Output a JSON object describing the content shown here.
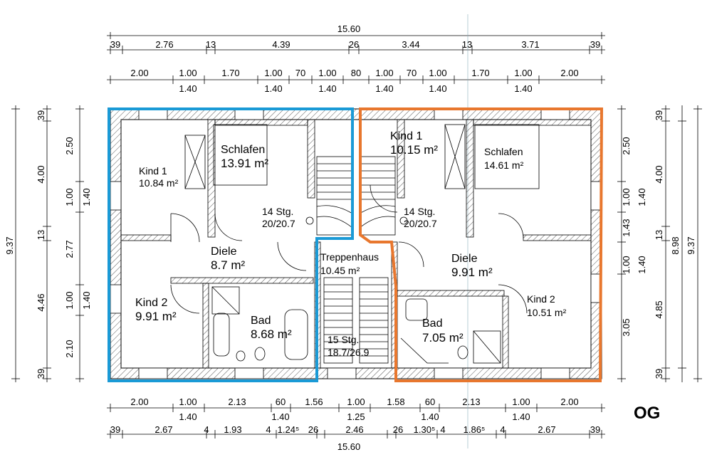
{
  "floor_label": "OG",
  "rooms": {
    "left_kind1": {
      "name": "Kind 1",
      "area": "10.84 m²"
    },
    "left_schlafen": {
      "name": "Schlafen",
      "area": "13.91 m²"
    },
    "left_diele": {
      "name": "Diele",
      "area": "8.7 m²"
    },
    "left_kind2": {
      "name": "Kind 2",
      "area": "9.91 m²"
    },
    "left_bad": {
      "name": "Bad",
      "area": "8.68 m²"
    },
    "treppenhaus": {
      "name": "Treppenhaus",
      "area": "10.45 m²"
    },
    "right_kind1": {
      "name": "Kind 1",
      "area": "10.15 m²"
    },
    "right_schlafen": {
      "name": "Schlafen",
      "area": "14.61 m²"
    },
    "right_diele": {
      "name": "Diele",
      "area": "9.91 m²"
    },
    "right_kind2": {
      "name": "Kind 2",
      "area": "10.51 m²"
    },
    "right_bad": {
      "name": "Bad",
      "area": "7.05 m²"
    }
  },
  "stairs": {
    "left": {
      "steps": "14 Stg.",
      "ratio": "20/20.7"
    },
    "right": {
      "steps": "14 Stg.",
      "ratio": "20/20.7"
    },
    "center": {
      "steps": "15 Stg.",
      "ratio": "18.7/26.9"
    }
  },
  "dimensions": {
    "top_total": "15.60",
    "top_row1": [
      "39",
      "2.76",
      "13",
      "4.39",
      "26",
      "3.44",
      "13",
      "3.71",
      "39"
    ],
    "top_row2_upper": [
      "2.00",
      "1.00",
      "1.70",
      "1.00",
      "70",
      "1.00",
      "80",
      "1.00",
      "70",
      "1.00",
      "1.70",
      "1.00",
      "2.00"
    ],
    "top_row2_lower": [
      "1.40",
      "1.40",
      "1.40",
      "1.40",
      "1.40",
      "1.40"
    ],
    "bottom_row1_upper": [
      "2.00",
      "1.00",
      "2.13",
      "60",
      "1.56",
      "1.00",
      "1.58",
      "60",
      "2.13",
      "1.00",
      "2.00"
    ],
    "bottom_row1_lower": [
      "1.40",
      "1.40",
      "1.25",
      "1.40",
      "1.40"
    ],
    "bottom_row2": [
      "39",
      "2.67",
      "4",
      "1.93",
      "4",
      "1.24⁵",
      "26",
      "2.46",
      "26",
      "1.30⁵",
      "4",
      "1.86⁵",
      "4",
      "2.67",
      "39"
    ],
    "bottom_total": "15.60",
    "left_outer": "9.37",
    "left_mid": [
      "39",
      "4.00",
      "13",
      "4.46",
      "39"
    ],
    "left_inner_upper": [
      "2.50",
      "1.00",
      "2.77",
      "1.00",
      "2.10"
    ],
    "left_inner_lower": [
      "1.40",
      "1.40"
    ],
    "right_inner": [
      "2.50",
      "1.00",
      "1.43",
      "1.00",
      "3.05"
    ],
    "right_inner_lower": [
      "1.40",
      "1.40"
    ],
    "right_mid": [
      "39",
      "4.00",
      "13",
      "4.85",
      "39"
    ],
    "right_mid2": "8.98",
    "right_outer": "9.37"
  },
  "colors": {
    "left_unit": "#1a9ad6",
    "right_unit": "#e8772e"
  }
}
